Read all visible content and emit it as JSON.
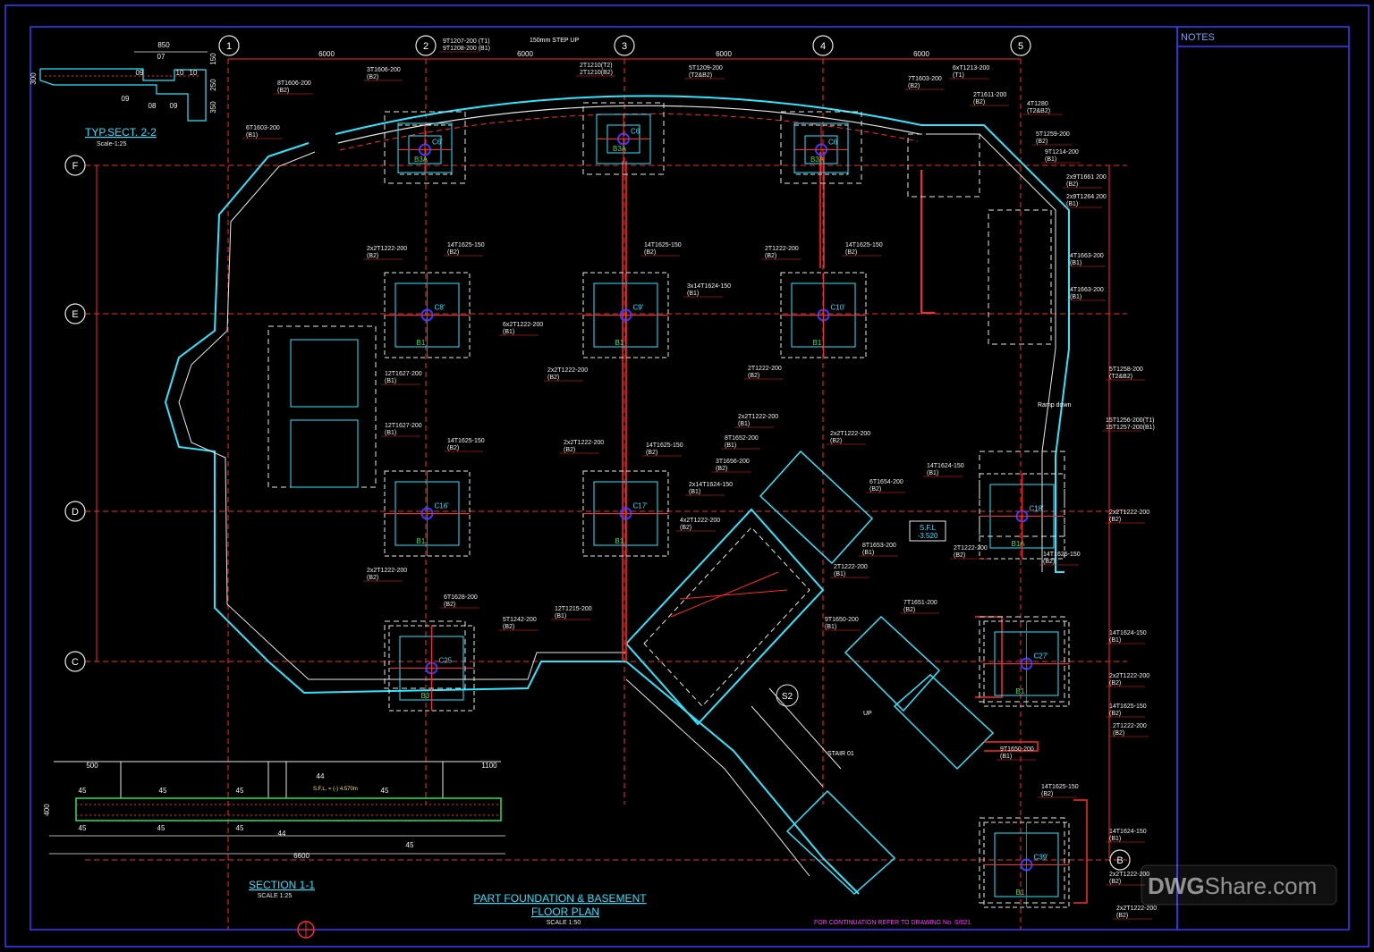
{
  "notes_label": "NOTES",
  "watermark": {
    "brand": "DWG",
    "rest": "Share.com"
  },
  "titles": {
    "typ_sect": "TYP.SECT. 2-2",
    "typ_sect_scale": "Scale-1:25",
    "section": "SECTION 1-1",
    "section_scale": "SCALE 1:25",
    "plan_line1": "PART FOUNDATION & BASEMENT",
    "plan_line2": "FLOOR PLAN",
    "plan_scale": "SCALE 1:50",
    "continuation": "FOR CONTINUATION REFER TO DRAWING No. S/021"
  },
  "grid_columns": [
    "1",
    "2",
    "3",
    "4",
    "5"
  ],
  "grid_rows": [
    "F",
    "E",
    "D",
    "C",
    "B"
  ],
  "top_dimensions": [
    "6000",
    "6000",
    "6000",
    "6000"
  ],
  "sfl_box": {
    "line1": "S.F.L",
    "line2": "-3.520"
  },
  "markers": {
    "s2": "S2",
    "stair": "STAIR 01",
    "ramp": "Ramp down",
    "step_up": "150mm STEP UP",
    "up": "UP"
  },
  "footings": [
    {
      "name": "C8'",
      "beam": "B1"
    },
    {
      "name": "C9'",
      "beam": "B1"
    },
    {
      "name": "C10'",
      "beam": "B1"
    },
    {
      "name": "C16'",
      "beam": "B1"
    },
    {
      "name": "C17'",
      "beam": "B1"
    },
    {
      "name": "C18'",
      "beam": "B1A"
    },
    {
      "name": "C6'",
      "beam": "B3A"
    },
    {
      "name": "C6",
      "beam": "B3A"
    },
    {
      "name": "C6",
      "beam": "B3A"
    },
    {
      "name": "C27'",
      "beam": "B1"
    },
    {
      "name": "C39'",
      "beam": "B1"
    },
    {
      "name": "C25",
      "beam": "B3"
    }
  ],
  "rebar_labels": [
    "8T1606-200 (B2)",
    "3T1606-200 (B2)",
    "2T1210(T2) 2T1210(B2)",
    "5T1209-200 (T2&B2)",
    "9T1207-200 (T1) 9T1208-200 (B1)",
    "6T1603-200 (B1)",
    "7T1603-200 (B2)",
    "6xT1213-200 (T1)",
    "2T1611-200 (B2)",
    "4T1280 (T2&B2)",
    "5T1259-200 (B2)",
    "9T1214-200 (B1)",
    "2x9T1661 200 (B2)",
    "2x9T1264 200 (B1)",
    "4T1663-200 (B1)",
    "4T1663-200 (B1)",
    "14T1625-150 (B2)",
    "14T1625-150 (B2)",
    "14T1625-150 (B2)",
    "2T1222-200 (B2)",
    "2x2T1222-200 (B2)",
    "3x14T1624-150 (B1)",
    "6x2T1222-200 (B1)",
    "2x2T1222-200 (B2)",
    "2T1222-200 (B2)",
    "12T1627-200 (B1)",
    "12T1627-200 (B1)",
    "14T1625-150 (B2)",
    "2x2T1222-200 (B2)",
    "14T1625-150 (B2)",
    "2x14T1624-150 (B1)",
    "4x2T1222-200 (B2)",
    "2x2T1222-200 (B2)",
    "6T1628-200 (B2)",
    "12T1215-200 (B1)",
    "5T1242-200 (B2)",
    "5T1258-200 (T2&B2)",
    "15T1256-200(T1) 15T1257-200(B1)",
    "14T1624-150 (B1)",
    "2x2T1222-200 (B2)",
    "14T1625-150 (B2)",
    "2T1222-200 (B2)",
    "14T1624-150 (B1)",
    "2x2T1222-200 (B2)",
    "14T1625-150 (B2)",
    "2T1222-200 (B2)",
    "9T1650-200 (B1)",
    "14T1625-150 (B2)",
    "14T1624-150 (B1)",
    "2x2T1222-200 (B2)",
    "2x2T1222-200 (B2)",
    "7T1651-200 (B2)",
    "9T1650-200 (B1)",
    "6T1654-200 (B2)",
    "8T1653-200 (B1)",
    "2T1222-200 (B1)",
    "8T1652-200 (B1)",
    "3T1656-200 (B2)",
    "2x2T1222-200 (B1)",
    "2x2T1222-200 (B2)"
  ],
  "section_dims": [
    "500",
    "1100",
    "45",
    "45",
    "45",
    "45",
    "45",
    "44",
    "45",
    "45",
    "44",
    "6600",
    "45",
    "400",
    "S.F.L. = (-) 4.570m"
  ],
  "typ_dims": [
    "850",
    "07",
    "09",
    "10",
    "10",
    "300",
    "09",
    "08",
    "09",
    "150",
    "250",
    "350"
  ]
}
